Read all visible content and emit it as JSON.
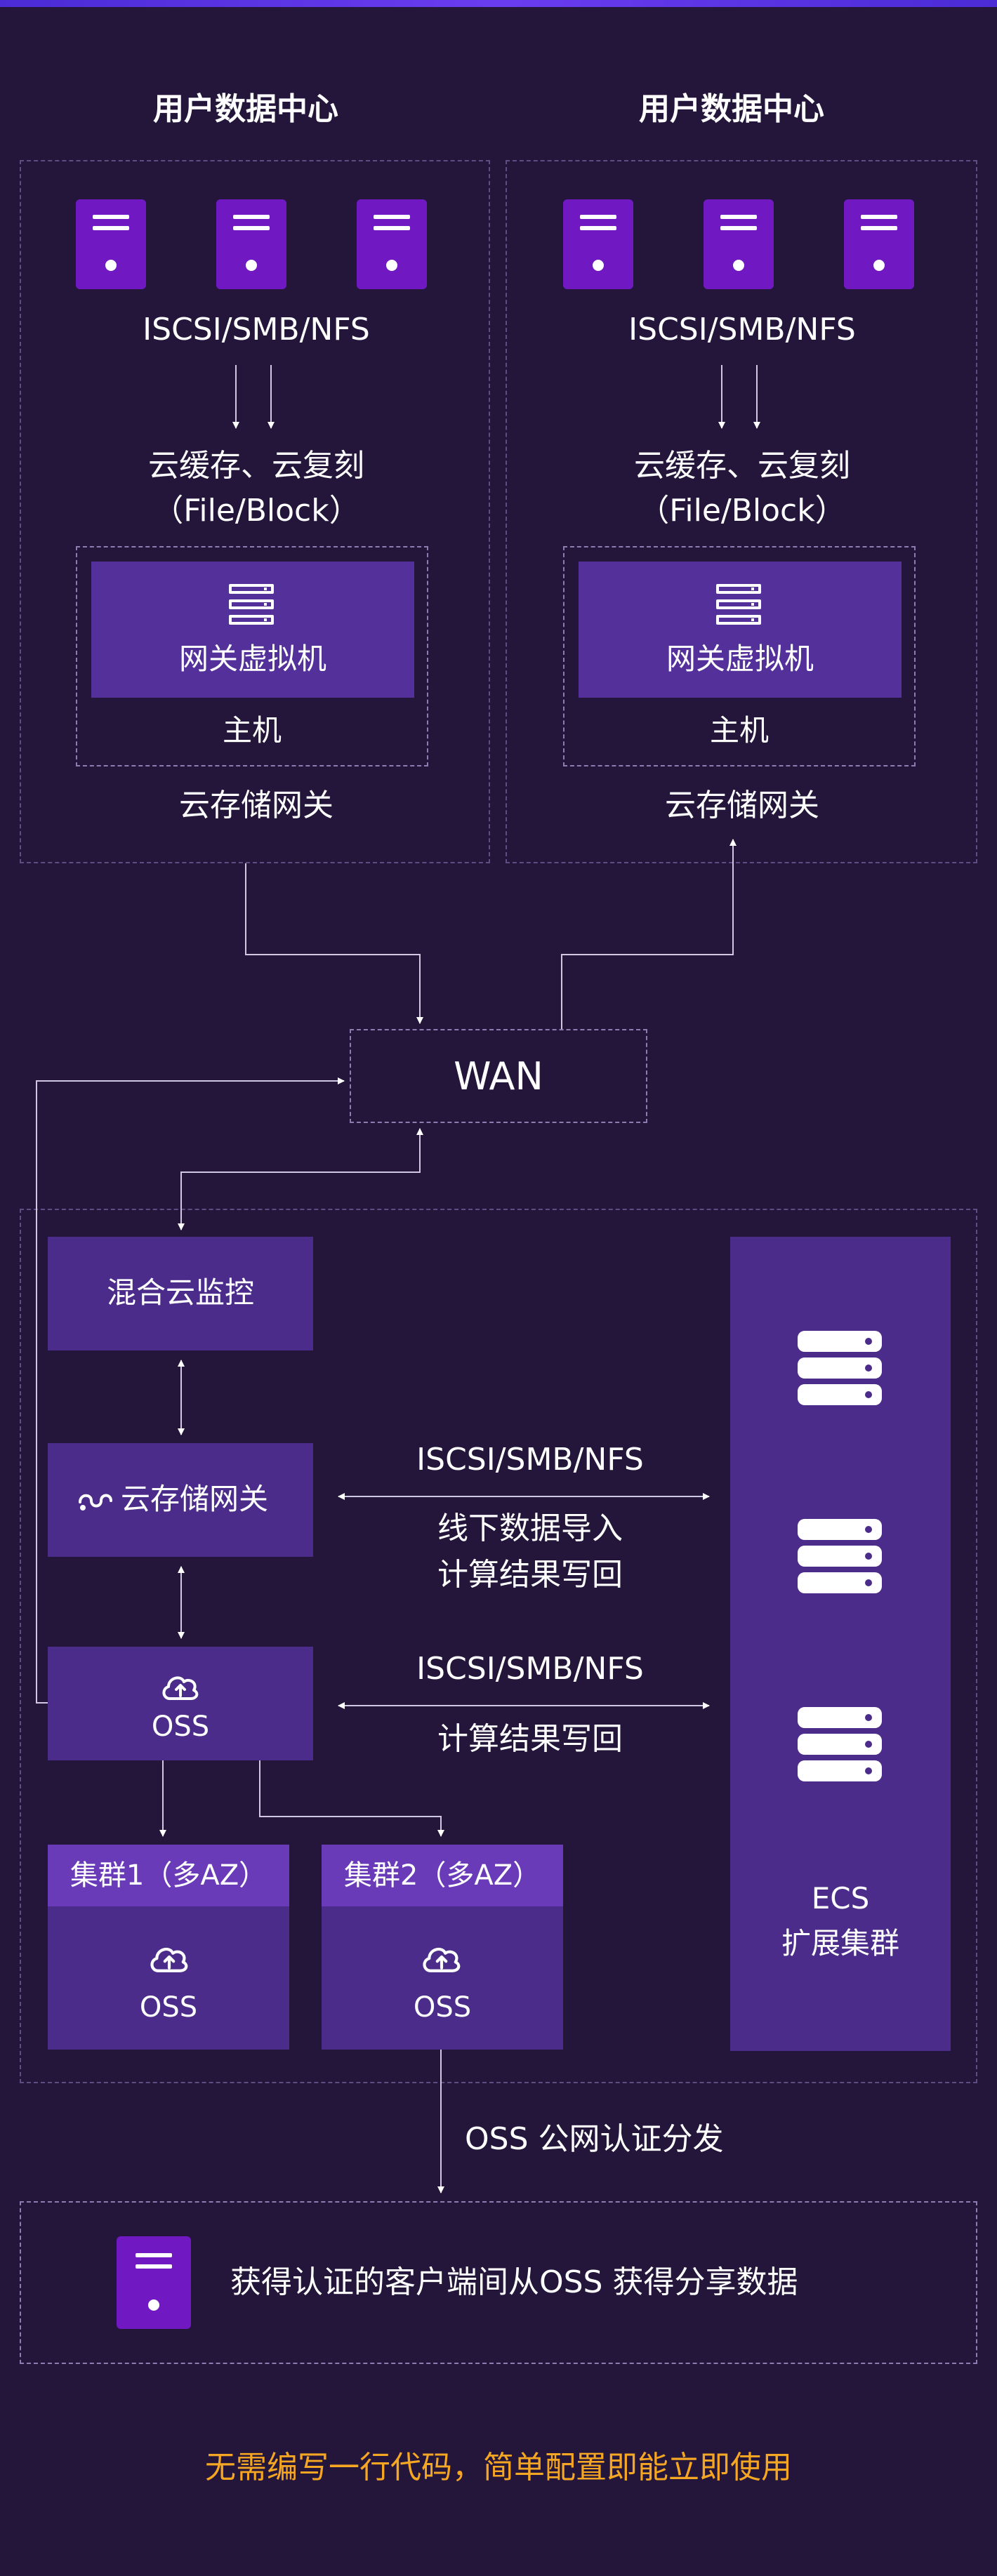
{
  "datacenters": [
    {
      "title": "用户数据中心",
      "protocols": "ISCSI/SMB/NFS",
      "cache_line1": "云缓存、云复刻",
      "cache_line2": "（File/Block）",
      "vm_label": "网关虚拟机",
      "host_label": "主机",
      "gateway_label": "云存储网关"
    },
    {
      "title": "用户数据中心",
      "protocols": "ISCSI/SMB/NFS",
      "cache_line1": "云缓存、云复刻",
      "cache_line2": "（File/Block）",
      "vm_label": "网关虚拟机",
      "host_label": "主机",
      "gateway_label": "云存储网关"
    }
  ],
  "wan_label": "WAN",
  "cloud": {
    "monitor_label": "混合云监控",
    "gateway_label": "云存储网关",
    "oss_label": "OSS",
    "link1_protocols": "ISCSI/SMB/NFS",
    "link1_line1": "线下数据导入",
    "link1_line2": "计算结果写回",
    "link2_protocols": "ISCSI/SMB/NFS",
    "link2_line1": "计算结果写回",
    "cluster1_title": "集群1（多AZ）",
    "cluster1_oss": "OSS",
    "cluster2_title": "集群2（多AZ）",
    "cluster2_oss": "OSS",
    "ecs_line1": "ECS",
    "ecs_line2": "扩展集群"
  },
  "distribution_label": "OSS 公网认证分发",
  "client_text": "获得认证的客户端间从OSS 获得分享数据",
  "footer_text": "无需编写一行代码，简单配置即能立即使用",
  "colors": {
    "background": "#23163a",
    "box": "#4b2c8a",
    "server": "#7019c3",
    "footer": "#f5a623"
  }
}
